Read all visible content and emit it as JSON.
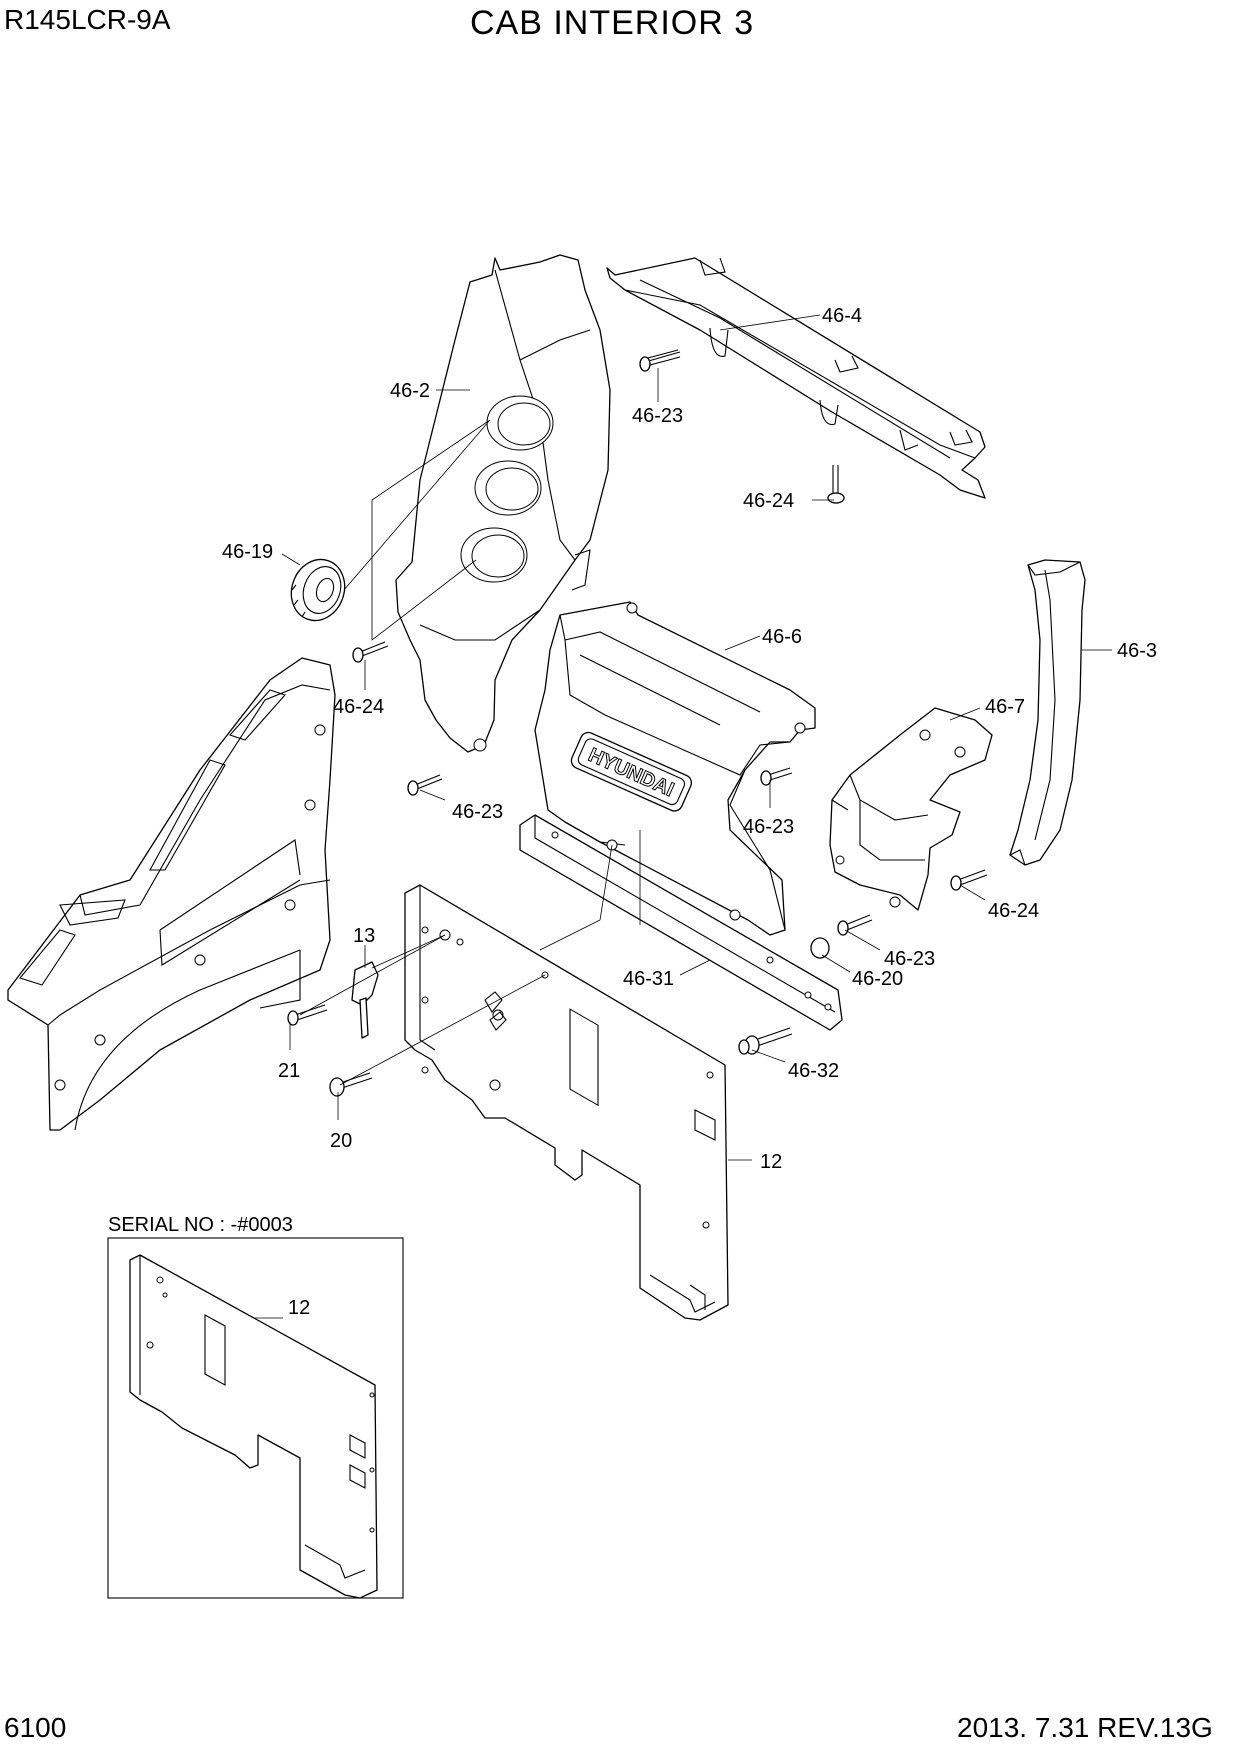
{
  "header": {
    "model": "R145LCR-9A",
    "title": "CAB INTERIOR 3"
  },
  "footer": {
    "page_number": "6100",
    "revision": "2013. 7.31  REV.13G"
  },
  "inset": {
    "caption": "SERIAL NO : -#0003",
    "part_label": "12"
  },
  "part_labels": {
    "p46_2": "46-2",
    "p46_4": "46-4",
    "p46_23_a": "46-23",
    "p46_24_a": "46-24",
    "p46_19": "46-19",
    "p46_24_b": "46-24",
    "p46_23_b": "46-23",
    "p46_6": "46-6",
    "p46_3": "46-3",
    "p46_7": "46-7",
    "p46_23_c": "46-23",
    "p46_24_c": "46-24",
    "p46_23_d": "46-23",
    "p46_20": "46-20",
    "p46_31": "46-31",
    "p46_32": "46-32",
    "p13": "13",
    "p21": "21",
    "p20": "20",
    "p12": "12"
  },
  "brand_mark": "HYUNDAI"
}
